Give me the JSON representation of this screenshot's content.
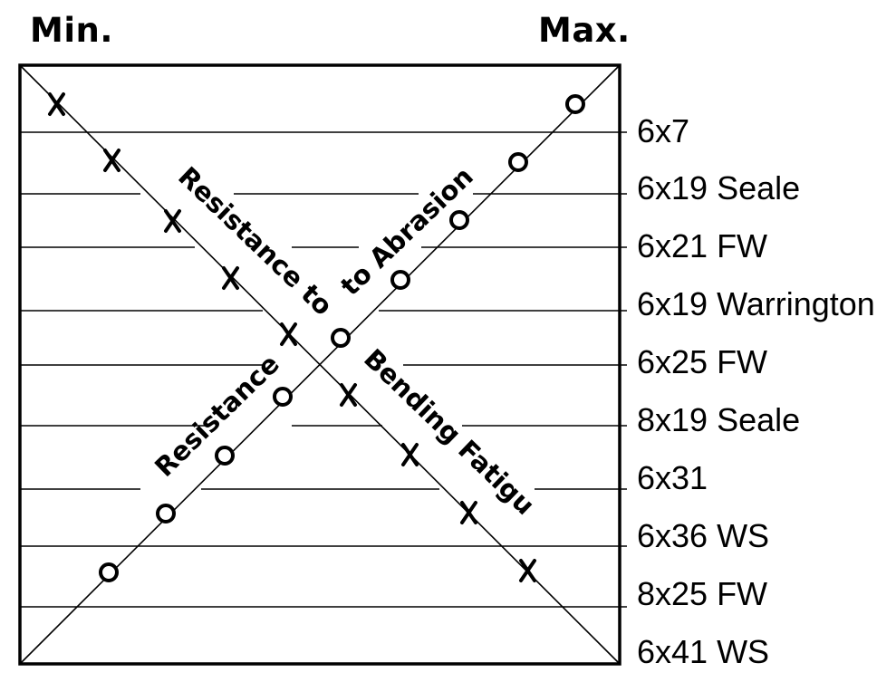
{
  "header": {
    "min_label": "Min.",
    "max_label": "Max."
  },
  "rope_constructions": [
    "6x7",
    "6x19 Seale",
    "6x21 FW",
    "6x19 Warrington",
    "6x25 FW",
    "8x19 Seale",
    "6x31",
    "6x36 WS",
    "8x25 FW",
    "6x41 WS"
  ],
  "diagonal_labels": {
    "bending_upper": "Resistance to",
    "bending_lower": "Bending Fatigue",
    "abrasion_upper": "to Abrasion",
    "abrasion_lower": "Resistance"
  },
  "marker_legend": {
    "bending_fatigue": "x",
    "abrasion": "o"
  },
  "colors": {
    "line": "#000000",
    "background": "#ffffff"
  }
}
